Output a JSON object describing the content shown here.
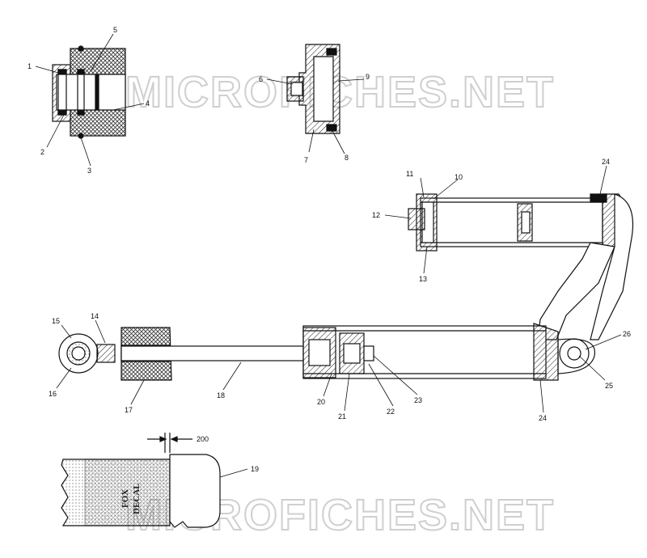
{
  "watermark": {
    "text": "MICROFICHES.NET"
  },
  "callouts": [
    "1",
    "2",
    "3",
    "4",
    "5",
    "6",
    "7",
    "8",
    "9",
    "10",
    "11",
    "12",
    "13",
    "14",
    "15",
    "16",
    "17",
    "18",
    "19",
    "20",
    "21",
    "22",
    "23",
    "24",
    "25",
    "26"
  ],
  "dimension": {
    "value": "200"
  },
  "decal": {
    "line1": "FOX",
    "line2": "DECAL"
  },
  "colors": {
    "ink": "#111111",
    "watermark": "#cfcfcf",
    "paper": "#ffffff"
  }
}
